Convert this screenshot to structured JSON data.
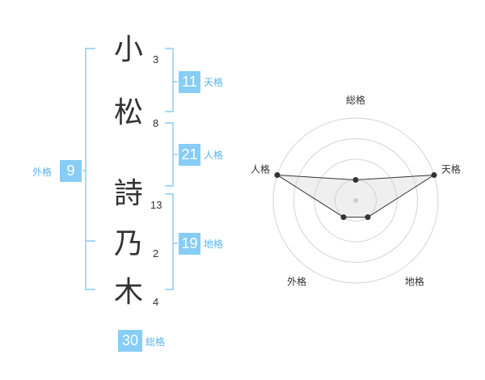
{
  "name": {
    "chars": [
      {
        "char": "小",
        "strokes": "3"
      },
      {
        "char": "松",
        "strokes": "8"
      },
      {
        "char": "詩",
        "strokes": "13"
      },
      {
        "char": "乃",
        "strokes": "2"
      },
      {
        "char": "木",
        "strokes": "4"
      }
    ]
  },
  "fortunes": {
    "tenkaku": {
      "label": "天格",
      "value": "11"
    },
    "jinkaku": {
      "label": "人格",
      "value": "21"
    },
    "chikaku": {
      "label": "地格",
      "value": "19"
    },
    "gaikaku": {
      "label": "外格",
      "value": "9"
    },
    "soukaku": {
      "label": "総格",
      "value": "30"
    }
  },
  "colors": {
    "accent": "#87cdf5",
    "accent_text": "#5ab4eb",
    "bracket": "#87cdf5"
  },
  "chart_data": {
    "type": "radar",
    "axes": [
      "総格",
      "天格",
      "地格",
      "外格",
      "人格"
    ],
    "values": [
      1,
      4,
      1,
      1,
      4
    ],
    "rlim": [
      0,
      4
    ],
    "rings": 4,
    "grid": true
  }
}
